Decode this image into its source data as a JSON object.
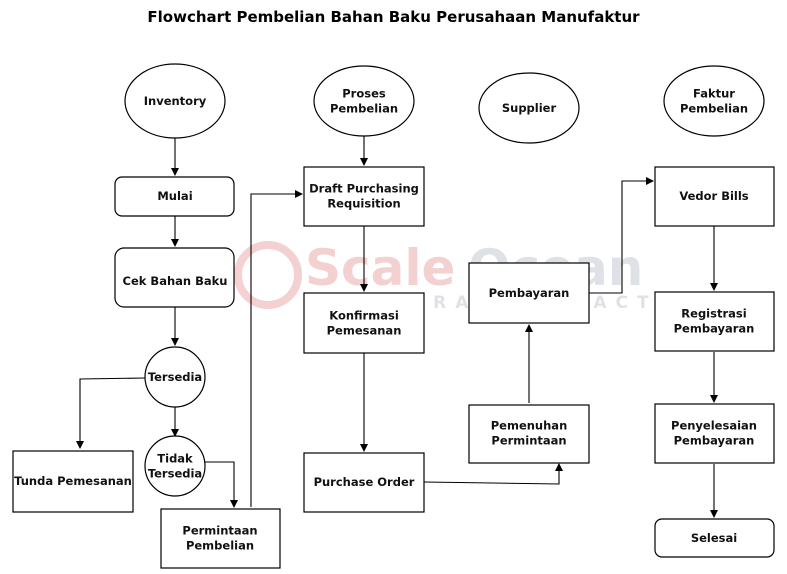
{
  "title": "Flowchart Pembelian Bahan Baku Perusahaan Manufaktur",
  "watermark": {
    "brand_part1": "Scale",
    "brand_part2": "Ocean",
    "tagline": "ACCELERATE IMPACT",
    "color_red": "#f3c9c9",
    "color_gray": "#d9dde2"
  },
  "nodes": {
    "inventory": [
      "Inventory"
    ],
    "mulai": [
      "Mulai"
    ],
    "cek": [
      "Cek Bahan Baku"
    ],
    "tersedia": [
      "Tersedia"
    ],
    "tidak": [
      "Tidak",
      "Tersedia"
    ],
    "tunda": [
      "Tunda Pemesanan"
    ],
    "permintaan": [
      "Permintaan",
      "Pembelian"
    ],
    "proses": [
      "Proses",
      "Pembelian"
    ],
    "draft": [
      "Draft Purchasing",
      "Requisition"
    ],
    "konfirmasi": [
      "Konfirmasi",
      "Pemesanan"
    ],
    "po": [
      "Purchase Order"
    ],
    "supplier": [
      "Supplier"
    ],
    "pembayaran": [
      "Pembayaran"
    ],
    "pemenuhan": [
      "Pemenuhan",
      "Permintaan"
    ],
    "faktur": [
      "Faktur",
      "Pembelian"
    ],
    "vendor": [
      "Vedor Bills"
    ],
    "registrasi": [
      "Registrasi",
      "Pembayaran"
    ],
    "penyelesaian": [
      "Penyelesaian",
      "Pembayaran"
    ],
    "selesai": [
      "Selesai"
    ]
  }
}
